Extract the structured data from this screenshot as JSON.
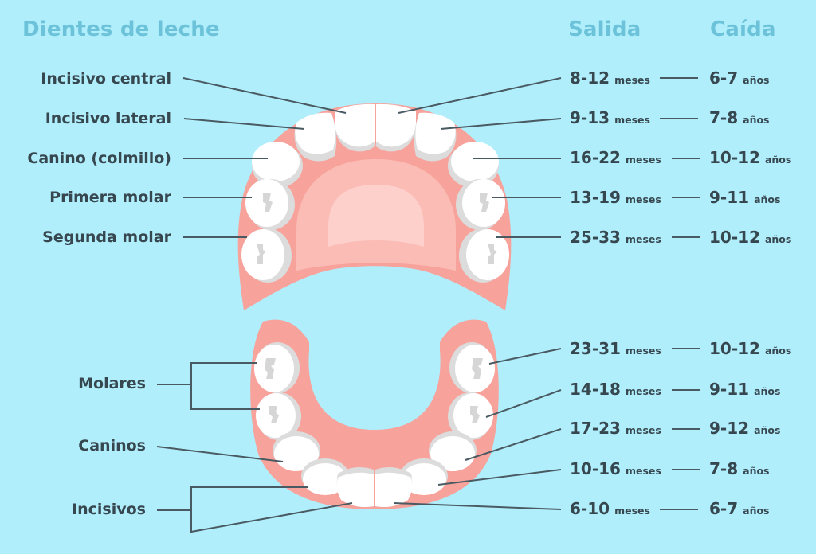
{
  "header": {
    "title": "Dientes de leche",
    "col_eruption": "Salida",
    "col_loss": "Caída"
  },
  "colors": {
    "background": "#b0eefc",
    "title": "#6cc3d9",
    "text": "#37474f",
    "gum": "#f7a39c",
    "gum_dark": "#f08a82",
    "palate": "#fbbcb6",
    "palate_light": "#fdd0cc",
    "tooth": "#ffffff",
    "tooth_shadow": "#dcdcdc"
  },
  "upper": {
    "labels": [
      {
        "name": "Incisivo central"
      },
      {
        "name": "Incisivo lateral"
      },
      {
        "name": "Canino (colmillo)"
      },
      {
        "name": "Primera molar"
      },
      {
        "name": "Segunda molar"
      }
    ],
    "rows": [
      {
        "eruption": "8-12",
        "eruption_unit": "meses",
        "loss": "6-7",
        "loss_unit": "años"
      },
      {
        "eruption": "9-13",
        "eruption_unit": "meses",
        "loss": "7-8",
        "loss_unit": "años"
      },
      {
        "eruption": "16-22",
        "eruption_unit": "meses",
        "loss": "10-12",
        "loss_unit": "años"
      },
      {
        "eruption": "13-19",
        "eruption_unit": "meses",
        "loss": "9-11",
        "loss_unit": "años"
      },
      {
        "eruption": "25-33",
        "eruption_unit": "meses",
        "loss": "10-12",
        "loss_unit": "años"
      }
    ]
  },
  "lower": {
    "labels": [
      {
        "name": "Molares"
      },
      {
        "name": "Caninos"
      },
      {
        "name": "Incisivos"
      }
    ],
    "rows": [
      {
        "eruption": "23-31",
        "eruption_unit": "meses",
        "loss": "10-12",
        "loss_unit": "años"
      },
      {
        "eruption": "14-18",
        "eruption_unit": "meses",
        "loss": "9-11",
        "loss_unit": "años"
      },
      {
        "eruption": "17-23",
        "eruption_unit": "meses",
        "loss": "9-12",
        "loss_unit": "años"
      },
      {
        "eruption": "10-16",
        "eruption_unit": "meses",
        "loss": "7-8",
        "loss_unit": "años"
      },
      {
        "eruption": "6-10",
        "eruption_unit": "meses",
        "loss": "6-7",
        "loss_unit": "años"
      }
    ]
  }
}
